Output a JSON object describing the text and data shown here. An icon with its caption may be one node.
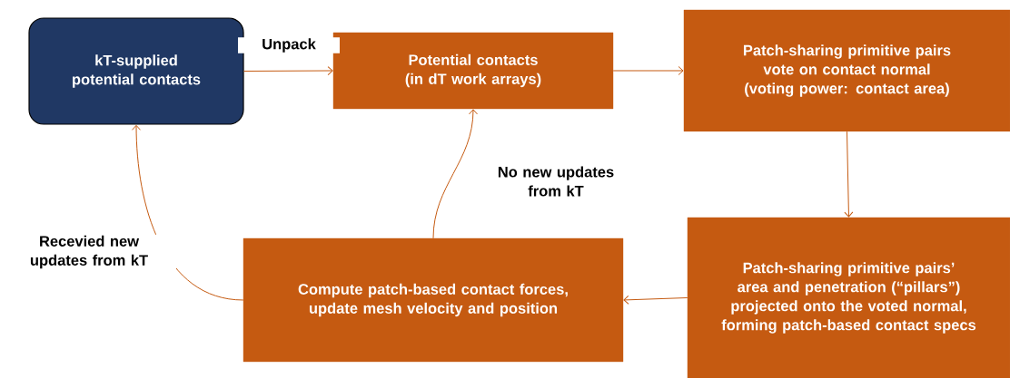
{
  "diagram": {
    "nodes": [
      {
        "text": [
          "kT-supplied potential contacts"
        ]
      },
      {
        "text": [
          "Potential contacts (in dT work arrays)"
        ]
      },
      {
        "text": [
          "Patch-sharing primitive pairs vote on contact normal (voting power: contact area)"
        ]
      },
      {
        "text": [
          "Patch-sharing primitive pairs’ area and penetration (“pillars”) projected onto the voted normal, forming patch-based contact specs"
        ]
      },
      {
        "text": [
          "Compute patch-based contact forces, update mesh velocity and position"
        ]
      }
    ],
    "edges": [
      {
        "from": 0,
        "to": 1,
        "arrow": "to",
        "label": "Unpack"
      },
      {
        "from": 1,
        "to": 2,
        "arrow": "to"
      },
      {
        "from": 2,
        "to": 3,
        "arrow": "to"
      },
      {
        "from": 3,
        "to": 4,
        "arrow": "to"
      },
      {
        "from": 4,
        "to": 1,
        "arrow": "to",
        "label": "No new updates from kT"
      },
      {
        "from": 4,
        "to": 0,
        "arrow": "to",
        "label": "Recevied new updates from kT"
      }
    ]
  }
}
